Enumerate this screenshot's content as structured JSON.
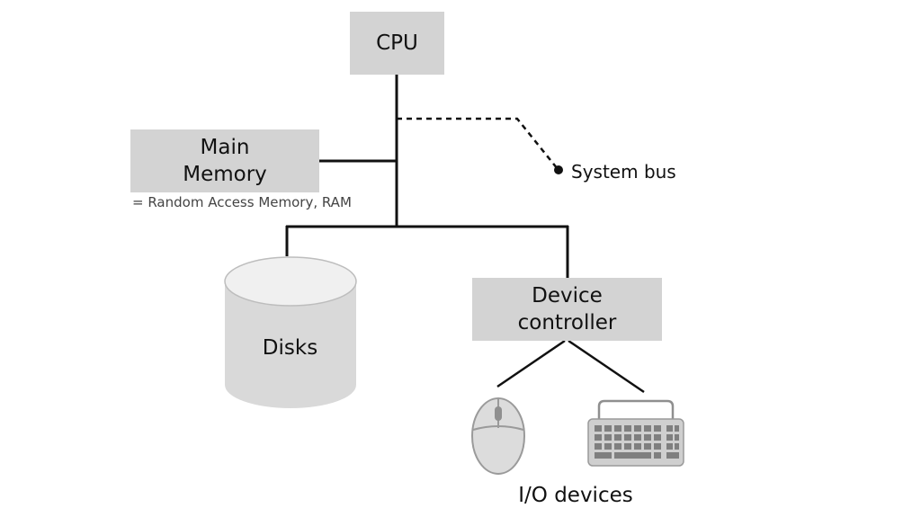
{
  "cpu": {
    "label": "CPU"
  },
  "main_memory": {
    "line1": "Main",
    "line2": "Memory",
    "note": "= Random Access Memory, RAM"
  },
  "system_bus": {
    "label": "System bus"
  },
  "disks": {
    "label": "Disks"
  },
  "device_controller": {
    "line1": "Device",
    "line2": "controller"
  },
  "io_devices": {
    "label": "I/O devices",
    "icons": [
      "mouse-icon",
      "keyboard-icon"
    ]
  },
  "colors": {
    "box_fill": "#d3d3d3",
    "line": "#111111",
    "cylinder_body": "#d9d9d9",
    "cylinder_top": "#f0f0f0"
  }
}
